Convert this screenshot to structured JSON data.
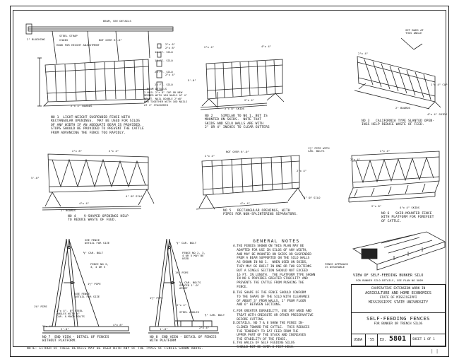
{
  "fig1": {
    "caption": "NO 1  LIGHT-WEIGHT SUSPENDED FENCE WITH\nRECTANGULAR OPENINGS.  MAY BE USED FOR SILOS\nOF ANY WIDTH IF AN ADEQUATE BEAM IS PROVIDED.\nSTOPS SHOULD BE PROVIDED TO PREVENT THE CATTLE\nFROM ADVANCING THE FENCE TOO RAPIDLY.",
    "labels": [
      "BEAM, SEE DETAILS",
      "2\" BLOCKING",
      "STEEL STRAP",
      "CHAIN",
      "HOOK FOR HEIGHT ADJUSTMENT",
      "NOT OVER 6'-0\"",
      "2\"x 6\"",
      "2\"x 8\"",
      "16 FT. SILO",
      "18 FT. SILO",
      "20 FT. SILO",
      "25 FT. SILO",
      "2\"x 4\"",
      "2\"x 4\" BOARDS",
      "BEAM DETAILS",
      "2 NAIL 2\"x 8\" CUP OR NEW MEMBER WITH 16D NAILS AT 4\" APART. NAIL DOUBLE 2\"x8\" NEW TOGETHER WITH 16D NAILS AT 4\" STAGGERED"
    ]
  },
  "fig2": {
    "caption": "NO 2    SIMILAR TO NO 1, BUT IS\nMOUNTED ON SKIDS.  NOTE THAT\nSKIDS AND SILO WALLS ARE WITH\n2\" OR 4\" INCHES TO CLEAR GUTTERS",
    "labels": [
      "2\"x 4\"",
      "4\"x 4\"",
      "2\"x 8\" SKIDS",
      "2\"x 4\"",
      "5'-0\""
    ]
  },
  "fig3": {
    "caption": "NO 3   CALIFORNIA TYPE SLANTED OPEN-\nINGS HELP REDUCE WASTE OF FEED.",
    "labels": [
      "SET BARS AT THIS ANGLE",
      "2\"x 4\"",
      "2\" BOARDS",
      "4\"x 4\" SKIDS",
      "1\"x 4\" CAP"
    ]
  },
  "fig4": {
    "caption": "NO 4    V-SHAPED OPENINGS HELP\nTO REDUCE WASTE OF FEED.",
    "labels": [
      "2\"x 8\"",
      "2\"x 4\"",
      "2\" BOARDS",
      "4\" OF SILO",
      "5'-0\"",
      "4\"x 4\""
    ]
  },
  "fig5": {
    "caption": "NO 5   RECTANGULAR OPENINGS, WITH\nPIPES FOR NON-SPLINTERING SEPARATORS.",
    "labels": [
      "NOT OVER 6'-0\"",
      "1½\" PIPE WITH CAR. BOLTS",
      "2\"x 4\"",
      "2\"x 4\"",
      "4\"x 4\"",
      "4\" OF SILO"
    ]
  },
  "fig6": {
    "caption": "NO 6   SKID-MOUNTED FENCE\nWITH PLATFORM FOR FOREFEET\nOF CATTLE.",
    "labels": [
      "2\"x 4\"",
      "2\"x 4\"",
      "4\"x 4\" SKIDS",
      "2\"x 8\""
    ]
  },
  "fig7": {
    "caption": "NO 7  END VIEW - DETAIL OF FENCES\nWITHOUT PLATFORM.",
    "labels": [
      "SEE FENCE DETAIL FOR SIZE",
      "⅝\" CAR. BOLT",
      "FENCE NO 2, 3, 4 OR 5",
      "1½\" PIPE",
      "SEE FENCE DETAIL FOR SIZE",
      "1½\" PIPE",
      "2\"x 4\"- 8\" STEEL ANGLES WITH ⅝\" CAR. & MACH BOLTS",
      "2'-0\"",
      "4\"x 8\"",
      "2\"x 4\""
    ]
  },
  "fig8": {
    "caption": "NO 8  END VIEW - DETAIL OF FENCES\nWITH PLATFORM",
    "labels": [
      "⅝\" CAR. BOLT",
      "FENCE NO 2, 3, 4 OR 5 MAY BE USED",
      "1½\" PIPE",
      "⅝\" CAR. BOLTS SPACED 1'-0\" APART",
      "2\"x 4\"",
      "1½\" PIPE",
      "STEEL ANGLES",
      "⅝\" CAR. BOLT",
      "1'-0\"",
      "2\"x 4\""
    ]
  },
  "notes": {
    "title": "GENERAL  NOTES",
    "items": [
      "A.THE FENCES SHOWN ON THIS PLAN MAY BE\n  ADAPTED FOR USE IN SILOS OF ANY WIDTH,\n  AND MAY BE MOUNTED ON SKIDS OR SUSPENDED\n  FROM A BEAM SUPPORTED ON THE SILO WALLS\n  AS SHOWN IN NO 1.  WHEN USED ON SKIDS,\n  THEY MAY BE BUILT IN ONE OR TWO SECTIONS\n  BUT A SINGLE SECTION SHOULD NOT EXCEED\n  16 FT. IN LENGTH.  THE PLATFORM TYPE SHOWN\n  IN NO 6 PROVIDES GREATER STABILITY AND\n  PREVENTS THE CATTLE FROM PUSHING THE\n  FENCE.",
      "B.THE SHAPE OF THE FENCE SHOULD CONFORM\n  TO THE SHAPE OF THE SILO WITH CLEARANCE\n  OF ABOUT 3\" FROM WALLS, 1\" FROM FLOOR\n  AND 6\" BETWEEN SECTIONS.",
      "C.FOR GREATER DURABILITY, USE DRY WOOD AND\n  TREAT WITH CREOSOTE OR OTHER PRESERVATIVE\n  BEFORE CUTTING.",
      "D.DETAILS, NO 7 & 8 SHOW THE FENCE IN-\n  CLINED TOWARD THE CATTLE.  THIS REDUCES\n  THE TENDENCY TO EAT FEED FROM THE\n  UPPER PART OF THE STACK AND INCREASES\n  THE STABILITY OF THE FENCE.",
      "E.THE WALLS OF SELF FEEDING SILOS\n  SHOULD NOT BE OVER 8 FEET HIGH."
    ]
  },
  "bunker": {
    "caption": "VIEW OF SELF-FEEDING BUNKER SILO",
    "sub": "FOR BUNKER SILO DETAILS, SEE PLAN NO 5809",
    "labels": [
      "FENCE APPROACH IS DESIRABLE"
    ]
  },
  "title_block": {
    "line1": "COOPERATIVE EXTENSION WORK IN",
    "line2": "AGRICULTURE AND HOME ECONOMICS",
    "line3": "STATE OF MISSISSIPPI",
    "line4": "MISSISSIPPI STATE UNIVERSITY",
    "title": "SELF-FEEDING FENCES",
    "subtitle": "FOR BUNKER OR TRENCH SILOS",
    "agency": "USDA",
    "year": "'55",
    "ex_label": "EX.",
    "plan_no": "5801",
    "sheet": "SHEET 1 OF 1"
  },
  "footnote": "NOTE:  EITHER OF THESE DETAILS MAY BE USED WITH ANY OF THE TYPES OF FENCES SHOWN ABOVE."
}
